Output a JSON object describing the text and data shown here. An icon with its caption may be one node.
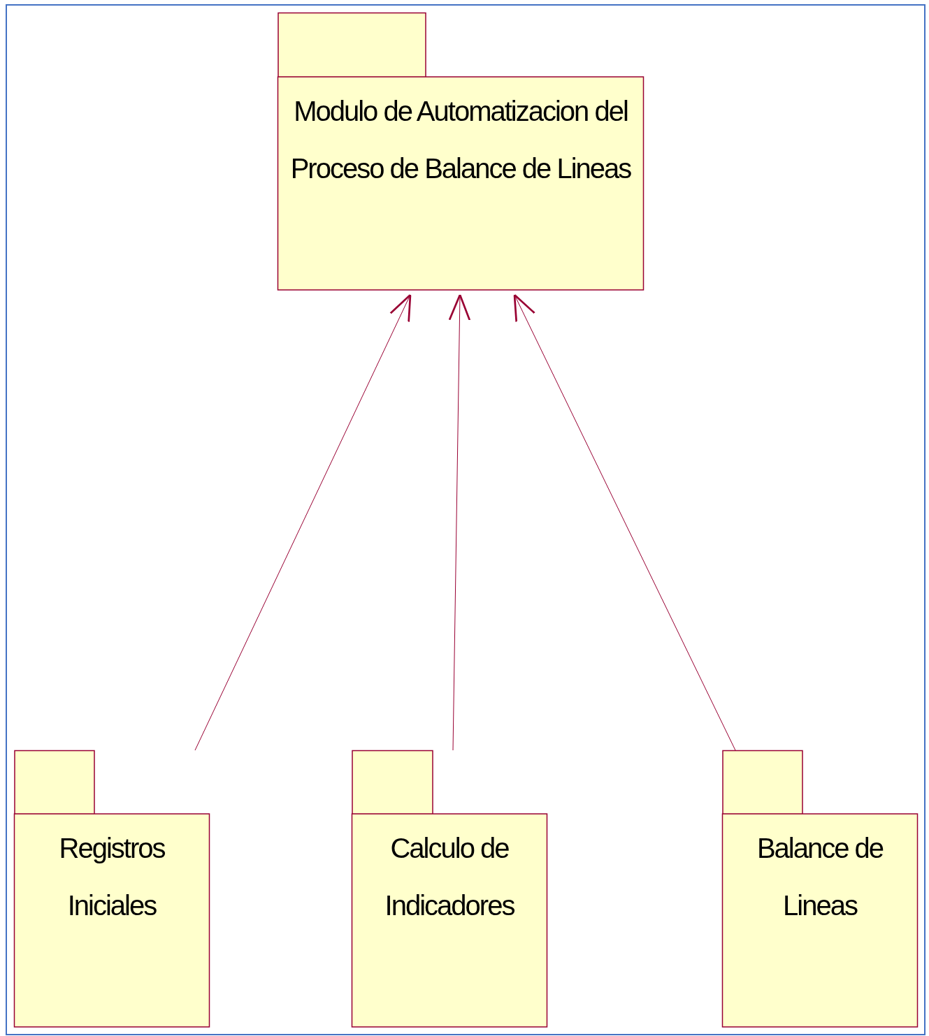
{
  "diagram": {
    "nodes": [
      {
        "text": [
          "Modulo de Automatizacion del Proceso de Balance de Lineas"
        ]
      },
      {
        "text": [
          "Registros Iniciales"
        ]
      },
      {
        "text": [
          "Calculo de Indicadores"
        ]
      },
      {
        "text": [
          "Balance de Lineas"
        ]
      }
    ],
    "edges": [
      {
        "from": 1,
        "to": 0,
        "arrow": "to"
      },
      {
        "from": 2,
        "to": 0,
        "arrow": "to"
      },
      {
        "from": 3,
        "to": 0,
        "arrow": "to"
      }
    ]
  }
}
